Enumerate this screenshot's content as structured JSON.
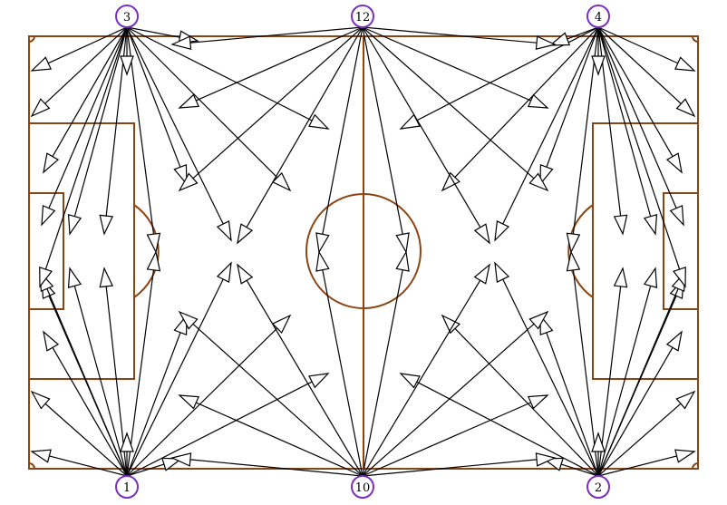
{
  "diagram": {
    "colors": {
      "field": "#8B4513",
      "node_border": "#7B2FBE",
      "arrow": "#000000",
      "background": "#ffffff"
    },
    "nodes": [
      {
        "id": "3",
        "label": "3"
      },
      {
        "id": "12",
        "label": "12"
      },
      {
        "id": "4",
        "label": "4"
      },
      {
        "id": "1",
        "label": "1"
      },
      {
        "id": "10",
        "label": "10"
      },
      {
        "id": "2",
        "label": "2"
      }
    ]
  }
}
